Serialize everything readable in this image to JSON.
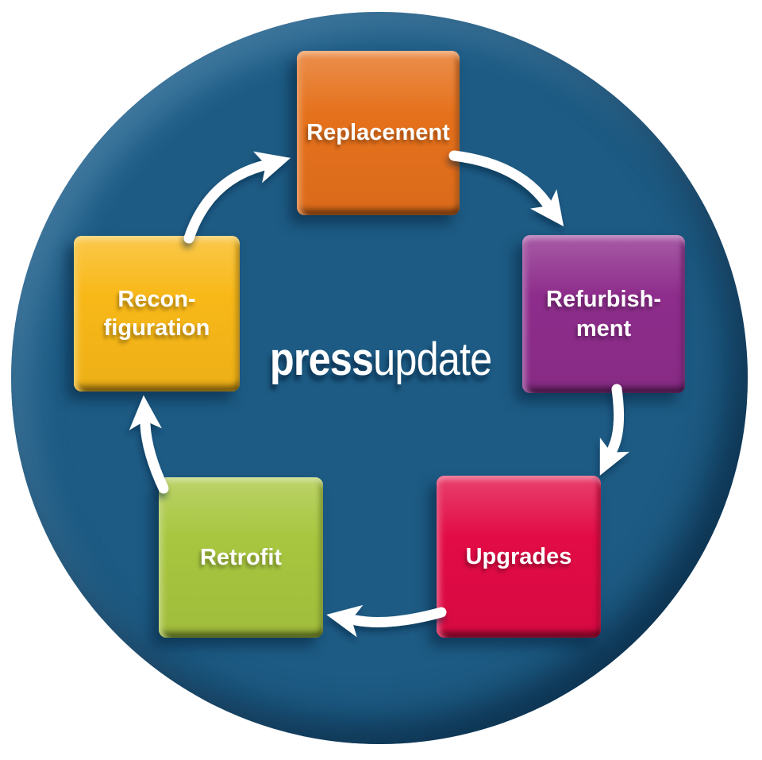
{
  "diagram": {
    "type": "cycle",
    "brand": {
      "bold": "press",
      "regular": "update"
    },
    "background_color": "#ffffff",
    "circle_color": "#1d5b84",
    "arrow_color": "#ffffff",
    "label_text_color": "#ffffff",
    "nodes": [
      {
        "id": "replacement",
        "label": "Replacement",
        "color": "#e5711c"
      },
      {
        "id": "refurbishment",
        "label": "Refurbish-\nment",
        "color": "#8e2d8c"
      },
      {
        "id": "upgrades",
        "label": "Upgrades",
        "color": "#e20b45"
      },
      {
        "id": "retrofit",
        "label": "Retrofit",
        "color": "#a8c63f"
      },
      {
        "id": "reconfiguration",
        "label": "Recon-\nfiguration",
        "color": "#f8b818"
      }
    ]
  }
}
